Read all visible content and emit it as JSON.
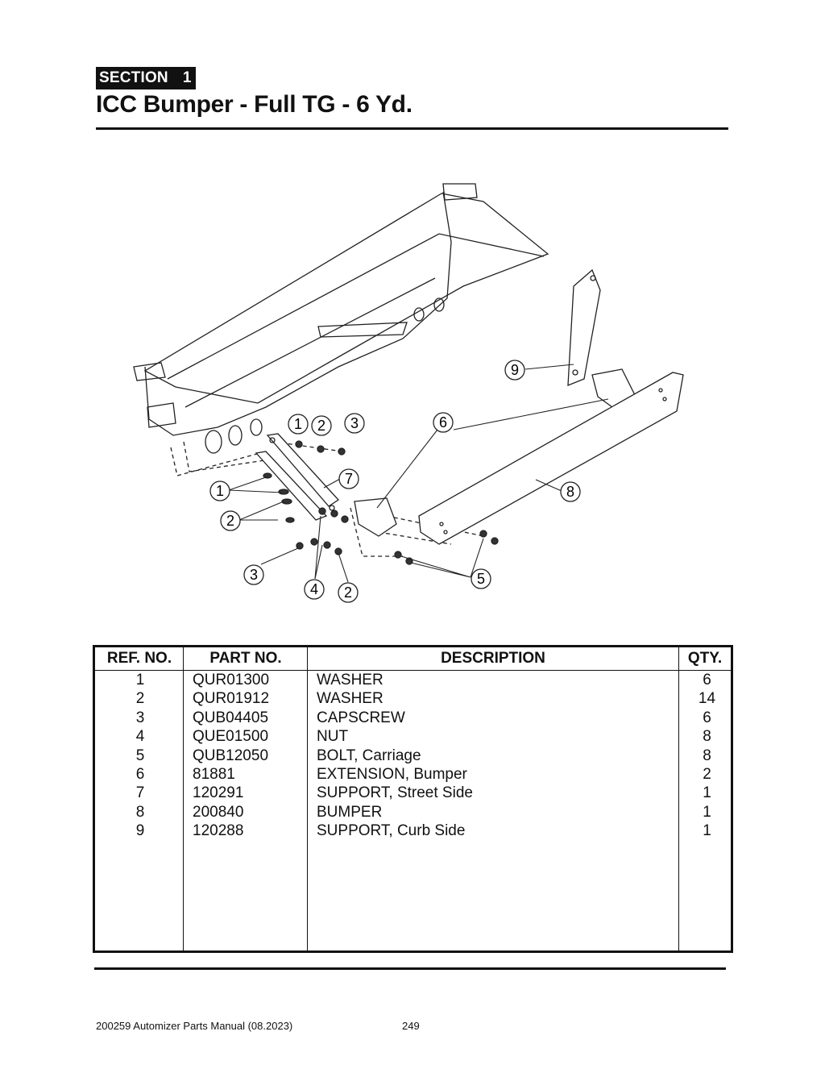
{
  "section": {
    "label": "SECTION",
    "number": "1"
  },
  "title": "ICC Bumper - Full TG - 6 Yd.",
  "callouts": [
    "9",
    "1",
    "2",
    "3",
    "6",
    "7",
    "1",
    "8",
    "2",
    "3",
    "4",
    "2",
    "5"
  ],
  "table": {
    "headers": {
      "ref": "REF. NO.",
      "part": "PART NO.",
      "desc": "DESCRIPTION",
      "qty": "QTY."
    },
    "rows": [
      {
        "ref": "1",
        "part": "QUR01300",
        "desc": "WASHER",
        "qty": "6"
      },
      {
        "ref": "2",
        "part": "QUR01912",
        "desc": "WASHER",
        "qty": "14"
      },
      {
        "ref": "3",
        "part": "QUB04405",
        "desc": "CAPSCREW",
        "qty": "6"
      },
      {
        "ref": "4",
        "part": "QUE01500",
        "desc": "NUT",
        "qty": "8"
      },
      {
        "ref": "5",
        "part": "QUB12050",
        "desc": "BOLT, Carriage",
        "qty": "8"
      },
      {
        "ref": "6",
        "part": "81881",
        "desc": "EXTENSION, Bumper",
        "qty": "2"
      },
      {
        "ref": "7",
        "part": "120291",
        "desc": "SUPPORT, Street Side",
        "qty": "1"
      },
      {
        "ref": "8",
        "part": "200840",
        "desc": "BUMPER",
        "qty": "1"
      },
      {
        "ref": "9",
        "part": "120288",
        "desc": "SUPPORT, Curb Side",
        "qty": "1"
      }
    ]
  },
  "footer": {
    "manual": "200259 Automizer Parts Manual (08.2023)",
    "page": "249"
  }
}
